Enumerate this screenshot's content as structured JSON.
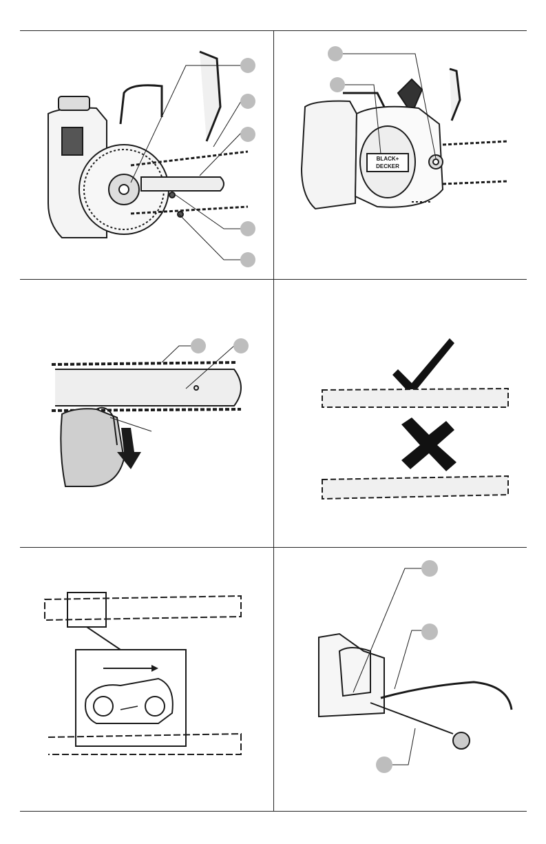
{
  "figures": [
    {
      "callouts": [
        "",
        "",
        "",
        "",
        "",
        ""
      ]
    },
    {
      "callouts": [
        "",
        ""
      ],
      "logo": [
        "BLACK+",
        "DECKER"
      ]
    },
    {
      "callouts": [
        "",
        ""
      ],
      "arrow": "pull-down"
    },
    {
      "check_label": "",
      "cross_label": ""
    },
    {
      "detail": "cutter-direction"
    },
    {
      "callouts": [
        "",
        "",
        ""
      ]
    }
  ],
  "colors": {
    "line": "#1a1a1a",
    "callout_fill": "#bdbdbd",
    "bar_fill": "#eeeeee",
    "glove": "#cfcfcf"
  }
}
